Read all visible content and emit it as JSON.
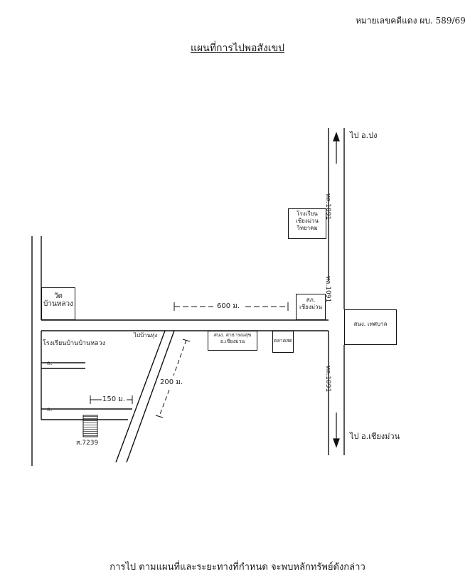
{
  "header": {
    "doc_number": "หมายเลขคดีแดง ผบ. 589/69",
    "title": "แผนที่การไปพอสังเขป"
  },
  "map": {
    "direction_north": "ไป อ.ปง",
    "direction_south": "ไป อ.เชียงม่วน",
    "highway_label": "ทล.1091",
    "distance_east": "600 ม.",
    "distance_diag": "200 ม.",
    "distance_lot": "150 ม.",
    "road_label_1": "ถ.",
    "road_label_2": "ถ.",
    "landmarks": {
      "temple": "วัด บ้านหลวง",
      "school_chiangmuan": "โรงเรียน เชียงม่วน วิทยาคม",
      "school_banluang": "โรงเรียนบ้านบ้านหลวง",
      "police": "สภ. เชียงม่วน",
      "district_office": "สนง. สาธารณสุข อ.เชียงม่วน",
      "market": "ตลาดสด",
      "municipality": "สนง. เทศบาล",
      "to_village": "ไปบ้านทุ่ง",
      "parcel": "ส.7239"
    }
  },
  "footer": {
    "text": "การไป ตามแผนที่และระยะทางที่กำหนด จะพบหลักทรัพย์ดังกล่าว"
  }
}
